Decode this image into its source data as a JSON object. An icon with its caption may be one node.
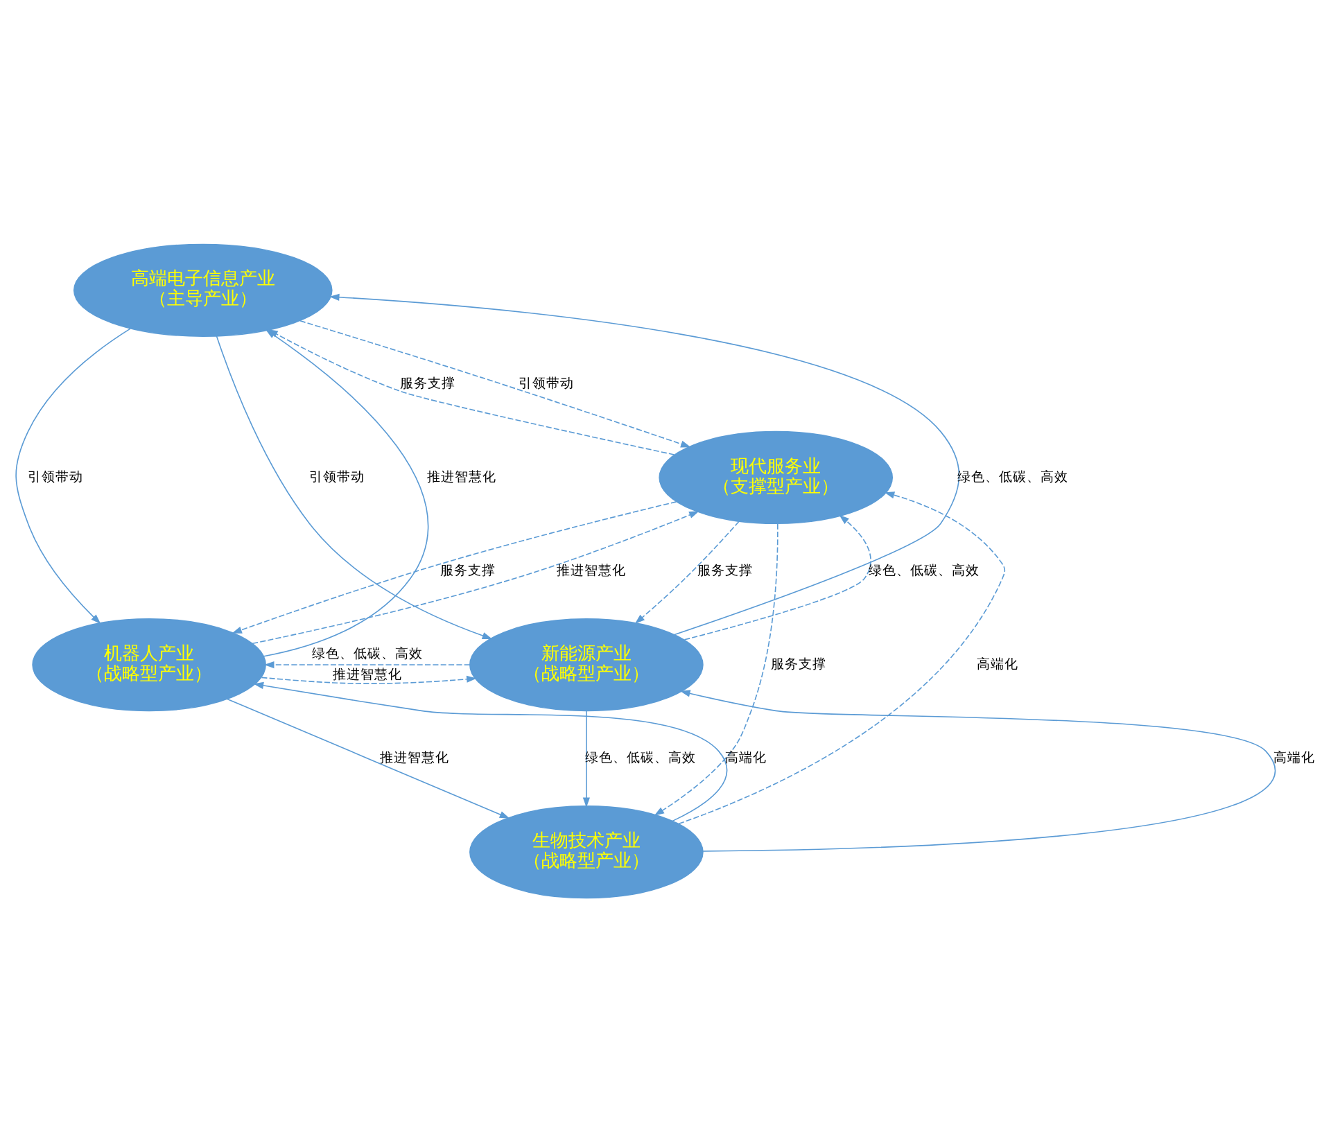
{
  "diagram": {
    "nodes": [
      {
        "text": [
          "高端电子信息产业",
          "（主导产业）"
        ]
      },
      {
        "text": [
          "现代服务业",
          "（支撑型产业）"
        ]
      },
      {
        "text": [
          "机器人产业",
          "（战略型产业）"
        ]
      },
      {
        "text": [
          "新能源产业",
          "（战略型产业）"
        ]
      },
      {
        "text": [
          "生物技术产业",
          "（战略型产业）"
        ]
      }
    ],
    "edges": [
      {
        "from": 0,
        "to": 2,
        "arrow": "to",
        "label": "引领带动"
      },
      {
        "from": 2,
        "to": 0,
        "arrow": "to",
        "label": "推进智慧化"
      },
      {
        "from": 0,
        "to": 3,
        "arrow": "to",
        "label": "引领带动"
      },
      {
        "from": 3,
        "to": 0,
        "arrow": "to",
        "label": "绿色、低碳、高效"
      },
      {
        "from": 0,
        "to": 1,
        "arrow": "to",
        "label": "引领带动",
        "style": "dashed"
      },
      {
        "from": 1,
        "to": 0,
        "arrow": "to",
        "label": "服务支撑",
        "style": "dashed"
      },
      {
        "from": 1,
        "to": 2,
        "arrow": "to",
        "label": "服务支撑",
        "style": "dashed"
      },
      {
        "from": 2,
        "to": 1,
        "arrow": "to",
        "label": "推进智慧化",
        "style": "dashed"
      },
      {
        "from": 3,
        "to": 1,
        "arrow": "to",
        "label": "绿色、低碳、高效",
        "style": "dashed"
      },
      {
        "from": 1,
        "to": 3,
        "arrow": "to",
        "label": "服务支撑",
        "style": "dashed"
      },
      {
        "from": 2,
        "to": 3,
        "arrow": "to",
        "label": "推进智慧化",
        "style": "dashed"
      },
      {
        "from": 3,
        "to": 2,
        "arrow": "to",
        "label": "绿色、低碳、高效",
        "style": "dashed"
      },
      {
        "from": 1,
        "to": 4,
        "arrow": "to",
        "label": "服务支撑",
        "style": "dashed"
      },
      {
        "from": 4,
        "to": 1,
        "arrow": "to",
        "label": "高端化",
        "style": "dashed"
      },
      {
        "from": 2,
        "to": 4,
        "arrow": "to",
        "label": "推进智慧化"
      },
      {
        "from": 4,
        "to": 2,
        "arrow": "to",
        "label": "高端化"
      },
      {
        "from": 3,
        "to": 4,
        "arrow": "to",
        "label": "绿色、低碳、高效"
      },
      {
        "from": 4,
        "to": 3,
        "arrow": "to",
        "label": "高端化"
      }
    ]
  }
}
